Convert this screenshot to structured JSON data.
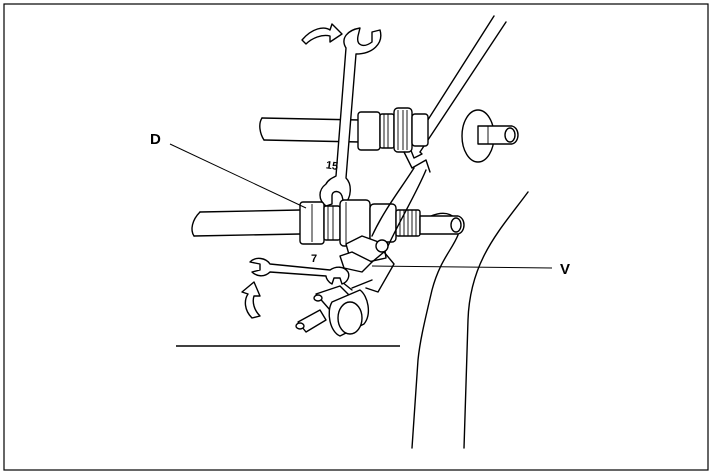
{
  "labels": {
    "d": "D",
    "v": "V",
    "wrench_top_size": "15",
    "wrench_bottom_size": "7"
  },
  "colors": {
    "stroke": "#000000",
    "background": "#ffffff"
  },
  "icons": {
    "top_arrow": "curved-arrow-right-icon",
    "bottom_arrow": "curved-arrow-up-icon"
  }
}
